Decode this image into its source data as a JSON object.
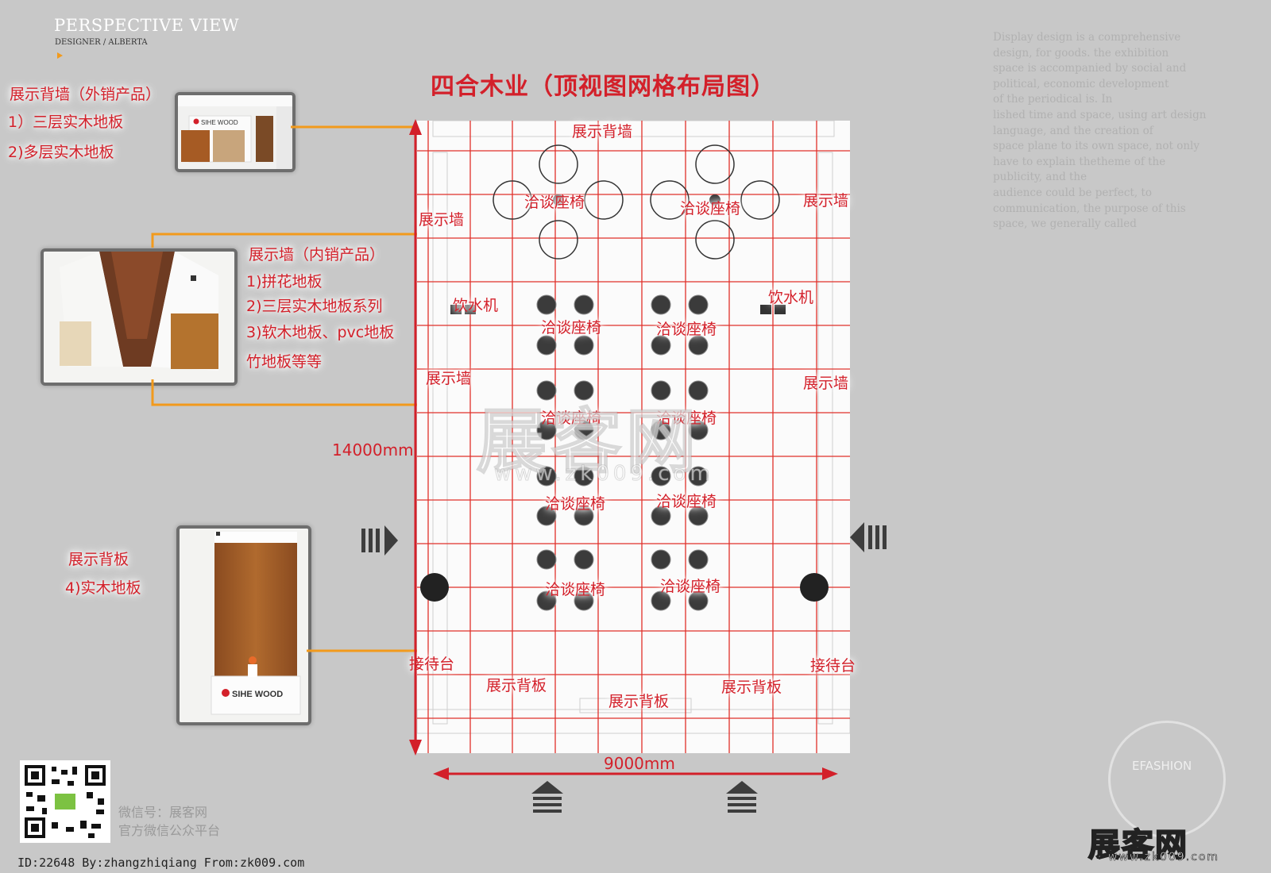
{
  "header": {
    "title": "PERSPECTIVE VIEW",
    "designer": "DESIGNER / ALBERTA"
  },
  "main_title": "四合木业（顶视图网格布局图）",
  "description_lines": [
    "Display design is a comprehensive",
    "design, for goods. the exhibition",
    "space is accompanied by social and",
    "political, economic development",
    "of the periodical is. In",
    "lished time and space, using art design",
    "language, and the creation of",
    "space plane to its own space, not only",
    "have to explain thetheme of the",
    "publicity, and the",
    "audience could be perfect, to",
    "communication, the purpose of this",
    "space, we generally called"
  ],
  "callouts": {
    "back_wall": {
      "title": "展示背墙（外销产品）",
      "items": [
        "1）三层实木地板",
        "2)多层实木地板"
      ]
    },
    "inner_wall": {
      "title": "展示墙（内销产品）",
      "items": [
        "1)拼花地板",
        "2)三层实木地板系列",
        "3)软木地板、pvc地板",
        "竹地板等等"
      ]
    },
    "back_board": {
      "title": "展示背板",
      "items": [
        "4)实木地板"
      ]
    }
  },
  "photo_texts": {
    "brand_logo": "SIHE WOOD"
  },
  "plan_labels": {
    "back_wall_top": "展示背墙",
    "display_wall": "展示墙",
    "negotiation_chairs": "洽谈座椅",
    "water_dispenser": "饮水机",
    "reception_desk": "接待台",
    "display_board": "展示背板"
  },
  "dimensions": {
    "height": "14000mm",
    "width": "9000mm"
  },
  "wechat": {
    "line1": "微信号：展客网",
    "line2": "官方微信公众平台"
  },
  "footer_id": "ID:22648 By:zhangzhiqiang From:zk009.com",
  "watermark": {
    "big": "展客网",
    "url": "www.zk009.com",
    "logo": "展客网",
    "logo_url": "www.zk009.com",
    "seal": "EFASHION"
  },
  "colors": {
    "background": "#c8c8c8",
    "accent_red": "#d3202a",
    "leader_orange": "#f29a1c",
    "grid_red": "#e0302a"
  }
}
